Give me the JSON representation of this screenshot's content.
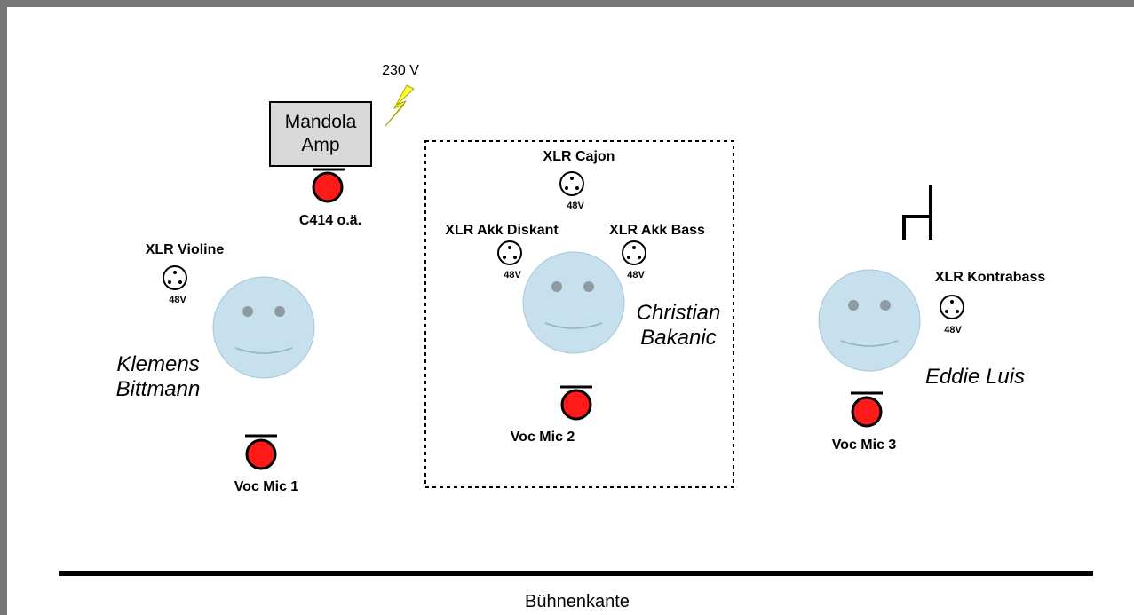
{
  "power": {
    "label": "230 V"
  },
  "amp": {
    "line1": "Mandola",
    "line2": "Amp"
  },
  "mics": {
    "c414": "C414 o.ä.",
    "voc1": "Voc Mic 1",
    "voc2": "Voc Mic 2",
    "voc3": "Voc Mic 3"
  },
  "xlr": {
    "violine": {
      "label": "XLR Violine",
      "phantom": "48V"
    },
    "cajon": {
      "label": "XLR Cajon",
      "phantom": "48V"
    },
    "akk_diskant": {
      "label": "XLR Akk Diskant",
      "phantom": "48V"
    },
    "akk_bass": {
      "label": "XLR Akk Bass",
      "phantom": "48V"
    },
    "kontrabass": {
      "label": "XLR Kontrabass",
      "phantom": "48V"
    }
  },
  "performers": {
    "p1": {
      "line1": "Klemens",
      "line2": "Bittmann"
    },
    "p2": {
      "line1": "Christian",
      "line2": "Bakanic"
    },
    "p3": {
      "line1": "Eddie Luis"
    }
  },
  "stage_edge": {
    "label": "Bühnenkante"
  },
  "colors": {
    "border": "#777777",
    "face": "#c6e0ee",
    "mic": "#ff1a1a",
    "amp": "#d9d9d9",
    "bolt": "#ffff33"
  }
}
